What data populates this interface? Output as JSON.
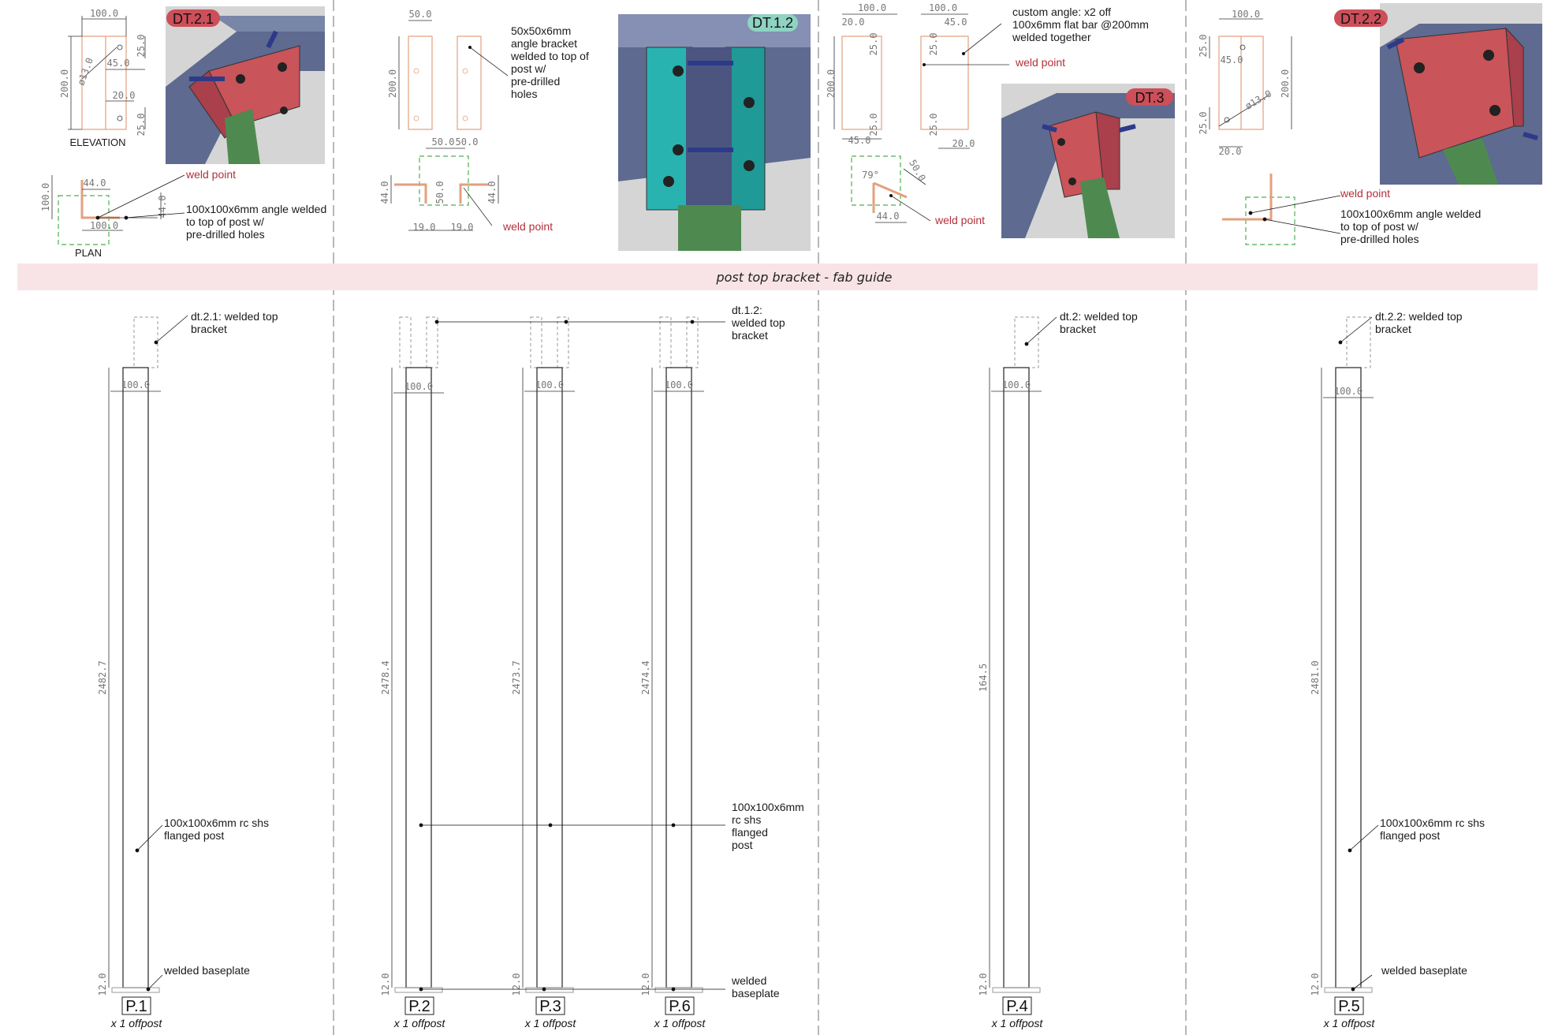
{
  "banner": {
    "title": "post top bracket - fab guide",
    "color": "#f8e4e6"
  },
  "colors": {
    "weld": "#b3303a",
    "dt_red": "#cc4f5a",
    "dt_teal": "#8fd3c2",
    "dim": "#777777",
    "bracket_orange": "#e3a07f",
    "plan_green": "#4caf50"
  },
  "details": {
    "dt21": {
      "tag": "DT.2.1",
      "elevation_label": "ELEVATION",
      "plan_label": "PLAN",
      "dims": [
        "100.0",
        "25.0",
        "45.0",
        "200.0",
        "ø13.0",
        "20.0",
        "25.0"
      ],
      "plan_dims": [
        "44.0",
        "100.0",
        "44.0",
        "100.0"
      ],
      "weld": "weld point",
      "note": [
        "100x100x6mm angle welded",
        "to top of post w/",
        "pre-drilled holes"
      ]
    },
    "dt12": {
      "tag": "DT.1.2",
      "dims": [
        "50.0",
        "200.0",
        "50.0",
        "50.0",
        "44.0",
        "50.0",
        "44.0",
        "19.0",
        "19.0"
      ],
      "note": [
        "50x50x6mm",
        "angle bracket",
        "welded to top of",
        "post w/",
        "pre-drilled",
        "holes"
      ],
      "weld": "weld point"
    },
    "dt3": {
      "tag": "DT.3",
      "dims": [
        "100.0",
        "20.0",
        "25.0",
        "200.0",
        "45.0",
        "25.0",
        "100.0",
        "45.0",
        "25.0",
        "25.0",
        "20.0",
        "79°",
        "50.0",
        "44.0"
      ],
      "note": [
        "custom angle: x2 off",
        "100x6mm flat bar @200mm",
        "welded together"
      ],
      "weld_top": "weld point",
      "weld_bottom": "weld point"
    },
    "dt22": {
      "tag": "DT.2.2",
      "dims": [
        "100.0",
        "25.0",
        "45.0",
        "200.0",
        "ø13.0",
        "25.0",
        "20.0"
      ],
      "weld": "weld point",
      "note": [
        "100x100x6mm angle welded",
        "to top of post w/",
        "pre-drilled holes"
      ]
    }
  },
  "posts": [
    {
      "id": "P.1",
      "qty": "x 1 offpost",
      "height": "2482.7",
      "width": "100.0",
      "base": "12.0"
    },
    {
      "id": "P.2",
      "qty": "x 1 offpost",
      "height": "2478.4",
      "width": "100.0",
      "base": "12.0"
    },
    {
      "id": "P.3",
      "qty": "x 1 offpost",
      "height": "2473.7",
      "width": "100.0",
      "base": "12.0"
    },
    {
      "id": "P.6",
      "qty": "x 1 offpost",
      "height": "2474.4",
      "width": "100.0",
      "base": "12.0"
    },
    {
      "id": "P.4",
      "qty": "x 1 offpost",
      "height": "164.5",
      "width": "100.0",
      "base": "12.0"
    },
    {
      "id": "P.5",
      "qty": "x 1 offpost",
      "height": "2481.0",
      "width": "100.0",
      "base": "12.0"
    }
  ],
  "callouts": {
    "p1_top": [
      "dt.2.1: welded top",
      "bracket"
    ],
    "p1_post": [
      "100x100x6mm rc shs",
      "flanged post"
    ],
    "p1_base": "welded baseplate",
    "g2_top": [
      "dt.1.2:",
      "welded top",
      "bracket"
    ],
    "g2_post": [
      "100x100x6mm",
      "rc shs",
      "flanged",
      "post"
    ],
    "g2_base": [
      "welded",
      "baseplate"
    ],
    "p4_top": [
      "dt.2: welded top",
      "bracket"
    ],
    "p5_top": [
      "dt.2.2: welded top",
      "bracket"
    ],
    "p5_post": [
      "100x100x6mm rc shs",
      "flanged post"
    ],
    "p5_base": "welded baseplate"
  }
}
